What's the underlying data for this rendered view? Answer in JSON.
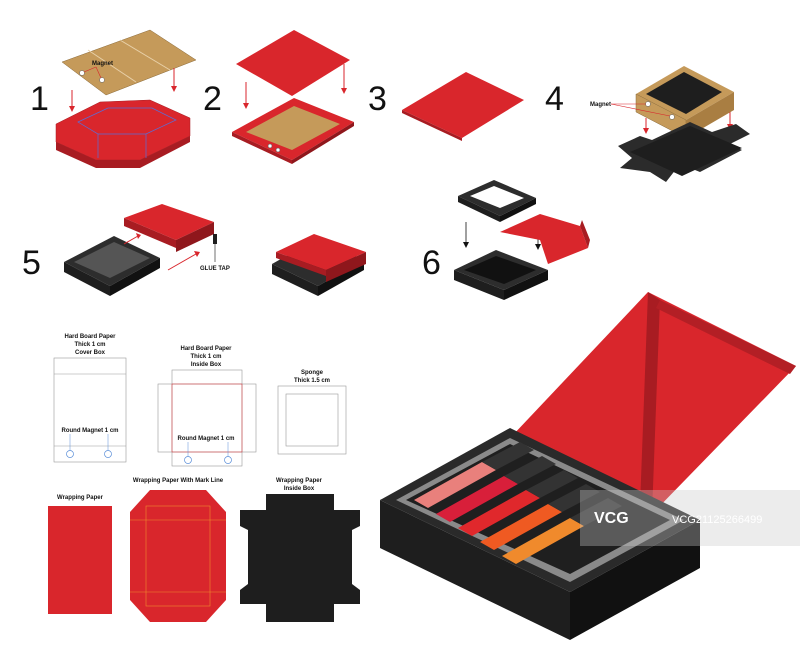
{
  "steps": [
    "1",
    "2",
    "3",
    "4",
    "5",
    "6"
  ],
  "labels": {
    "magnet_1": "Magnet",
    "magnet_4": "Magnet",
    "glue_tap": "GLUE TAP",
    "cover_title_1": "Hard Board Paper",
    "cover_title_2": "Thick 1 cm",
    "cover_title_3": "Cover Box",
    "cover_magnet": "Round Magnet 1 cm",
    "inside_title_1": "Hard Board Paper",
    "inside_title_2": "Thick 1 cm",
    "inside_title_3": "Inside Box",
    "inside_magnet": "Round Magnet 1 cm",
    "sponge_1": "Sponge",
    "sponge_2": "Thick 1.5 cm",
    "wrap_1": "Wrapping Paper",
    "wrap_2": "Wrapping Paper With Mark Line",
    "wrap_3a": "Wrapping Paper",
    "wrap_3b": "Inside Box"
  },
  "watermark": {
    "logo": "VCG",
    "id": "VCG21125266499"
  },
  "colors": {
    "red": "#d9262c",
    "red_dark": "#a81c22",
    "kraft": "#c59a5a",
    "black": "#1e1e1e",
    "black_side": "#2d2d2d",
    "grey_tray": "#8a8a8a"
  },
  "lipsticks": [
    "#e9807c",
    "#d81f3a",
    "#e0282c",
    "#ef5a22",
    "#f08a2c"
  ]
}
